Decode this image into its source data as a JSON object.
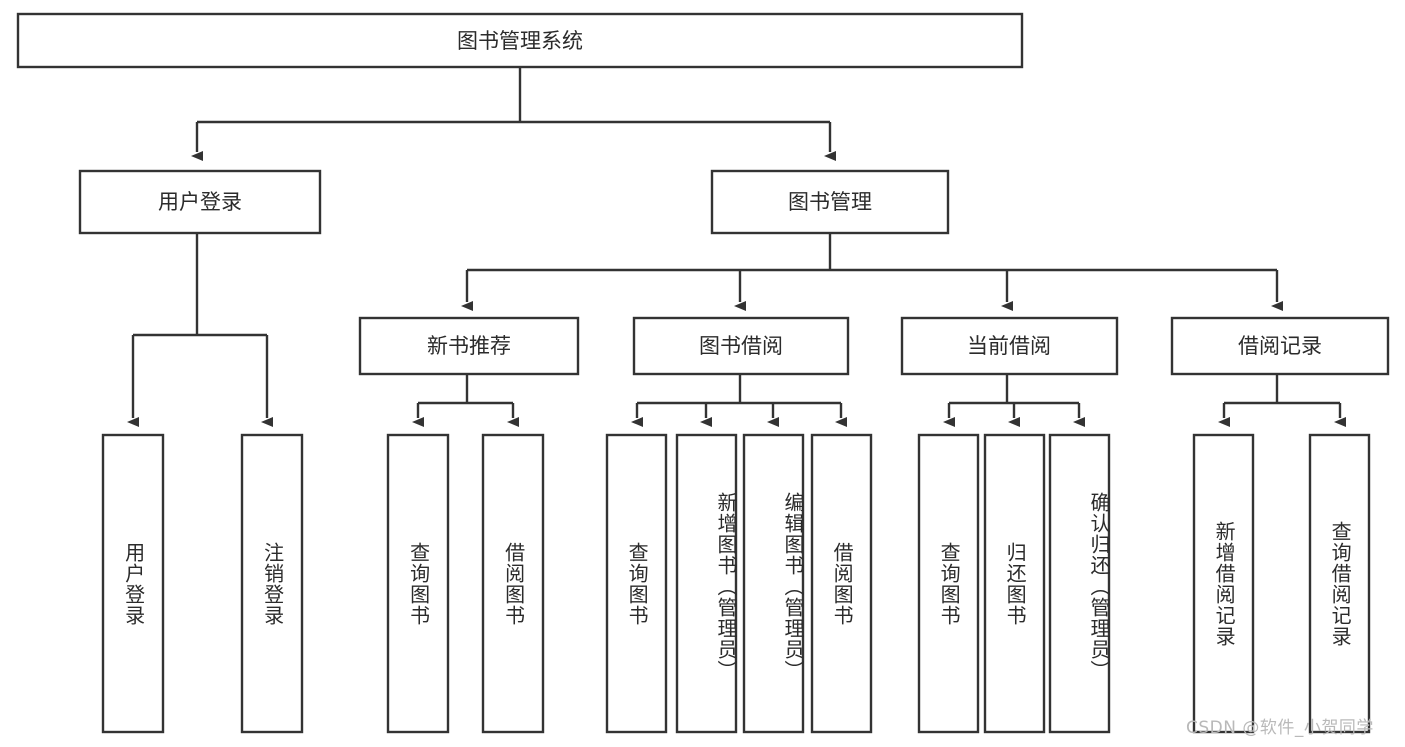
{
  "diagram": {
    "title": "图书管理系统",
    "type": "tree-hierarchy-diagram",
    "colors": {
      "stroke": "#333333",
      "text": "#2b2b2b",
      "background": "#ffffff",
      "watermark": "#b9b9b9"
    },
    "root": {
      "label": "图书管理系统"
    },
    "level2": [
      {
        "id": "user-login",
        "label": "用户登录"
      },
      {
        "id": "book-management",
        "label": "图书管理"
      }
    ],
    "level3": [
      {
        "id": "new-book-recommend",
        "label": "新书推荐",
        "parent": "book-management"
      },
      {
        "id": "book-borrow",
        "label": "图书借阅",
        "parent": "book-management"
      },
      {
        "id": "current-borrow",
        "label": "当前借阅",
        "parent": "book-management"
      },
      {
        "id": "borrow-record",
        "label": "借阅记录",
        "parent": "book-management"
      }
    ],
    "leaves": [
      {
        "id": "leaf-user-login",
        "label": "用户登录",
        "parent": "user-login"
      },
      {
        "id": "leaf-logout-login",
        "label": "注销登录",
        "parent": "user-login"
      },
      {
        "id": "leaf-query-book-1",
        "label": "查询图书",
        "parent": "new-book-recommend"
      },
      {
        "id": "leaf-borrow-book-1",
        "label": "借阅图书",
        "parent": "new-book-recommend"
      },
      {
        "id": "leaf-query-book-2",
        "label": "查询图书",
        "parent": "book-borrow"
      },
      {
        "id": "leaf-add-book-admin",
        "label": "新增图书（管理员）",
        "parent": "book-borrow"
      },
      {
        "id": "leaf-edit-book-admin",
        "label": "编辑图书（管理员）",
        "parent": "book-borrow"
      },
      {
        "id": "leaf-borrow-book-2",
        "label": "借阅图书",
        "parent": "book-borrow"
      },
      {
        "id": "leaf-query-book-3",
        "label": "查询图书",
        "parent": "current-borrow"
      },
      {
        "id": "leaf-return-book",
        "label": "归还图书",
        "parent": "current-borrow"
      },
      {
        "id": "leaf-confirm-return-admin",
        "label": "确认归还（管理员）",
        "parent": "current-borrow"
      },
      {
        "id": "leaf-add-borrow-record",
        "label": "新增借阅记录",
        "parent": "borrow-record"
      },
      {
        "id": "leaf-query-borrow-record",
        "label": "查询借阅记录",
        "parent": "borrow-record"
      }
    ]
  },
  "watermark": {
    "text": "CSDN @软件_小贺同学"
  }
}
